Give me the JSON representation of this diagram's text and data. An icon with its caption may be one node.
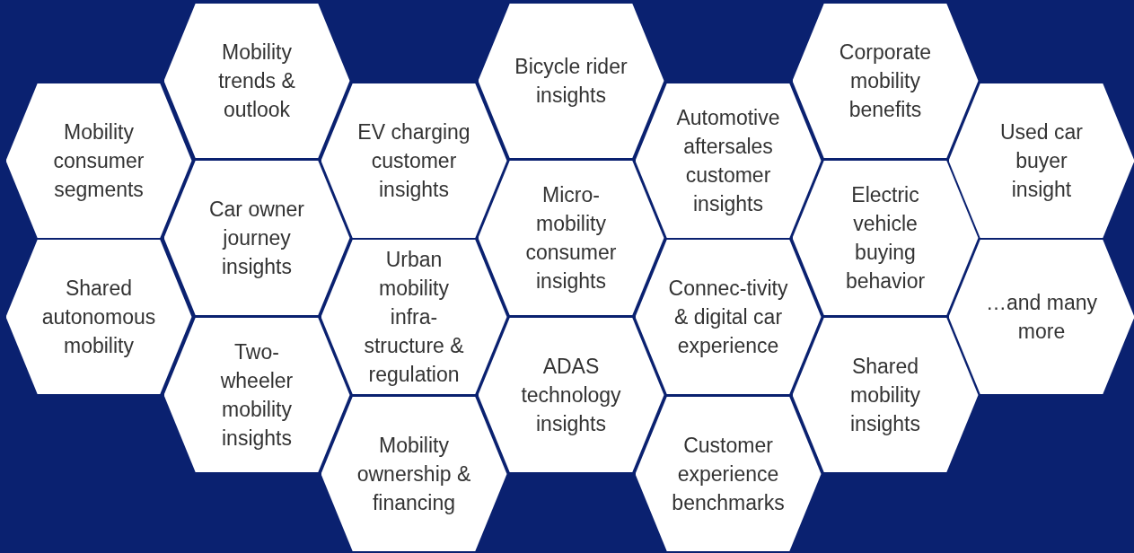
{
  "diagram": {
    "nodes": [
      {
        "text": [
          "Mobility consumer segments"
        ]
      },
      {
        "text": [
          "Shared autonomous mobility"
        ]
      },
      {
        "text": [
          "Mobility trends & outlook"
        ]
      },
      {
        "text": [
          "Car owner journey insights"
        ]
      },
      {
        "text": [
          "Two-wheeler mobility insights"
        ]
      },
      {
        "text": [
          "EV charging customer insights"
        ]
      },
      {
        "text": [
          "Urban mobility infra-structure & regulation"
        ]
      },
      {
        "text": [
          "Mobility ownership & financing"
        ]
      },
      {
        "text": [
          "Bicycle rider insights"
        ]
      },
      {
        "text": [
          "Micro-mobility consumer insights"
        ]
      },
      {
        "text": [
          "ADAS technology insights"
        ]
      },
      {
        "text": [
          "Automotive aftersales customer insights"
        ]
      },
      {
        "text": [
          "Connec-tivity & digital car experience"
        ]
      },
      {
        "text": [
          "Customer experience benchmarks"
        ]
      },
      {
        "text": [
          "Corporate mobility benefits"
        ]
      },
      {
        "text": [
          "Electric vehicle buying behavior"
        ]
      },
      {
        "text": [
          "Shared mobility insights"
        ]
      },
      {
        "text": [
          "Used car buyer insight"
        ]
      },
      {
        "text": [
          "…and many more"
        ]
      }
    ]
  }
}
